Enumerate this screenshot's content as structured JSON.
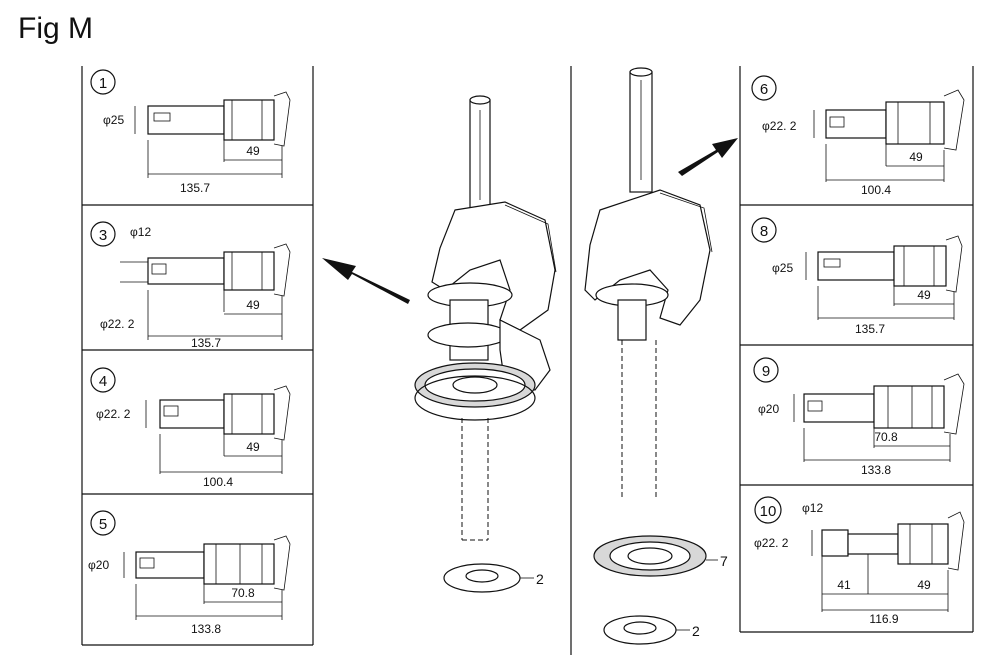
{
  "figure": {
    "title": "Fig M"
  },
  "panels": [
    {
      "num": "1",
      "dims": [
        "φ25"
      ],
      "length_a": "49",
      "total": "135.7"
    },
    {
      "num": "3",
      "dims": [
        "φ12",
        "φ22. 2"
      ],
      "length_a": "49",
      "total": "135.7"
    },
    {
      "num": "4",
      "dims": [
        "φ22. 2"
      ],
      "length_a": "49",
      "total": "100.4"
    },
    {
      "num": "5",
      "dims": [
        "φ20"
      ],
      "length_a": "70.8",
      "total": "133.8"
    },
    {
      "num": "6",
      "dims": [
        "φ22. 2"
      ],
      "length_a": "49",
      "total": "100.4"
    },
    {
      "num": "8",
      "dims": [
        "φ25"
      ],
      "length_a": "49",
      "total": "135.7"
    },
    {
      "num": "9",
      "dims": [
        "φ20"
      ],
      "length_a": "70.8",
      "total": "133.8"
    },
    {
      "num": "10",
      "dims": [
        "φ12",
        "φ22. 2"
      ],
      "length_a": "49",
      "length_b": "41",
      "total": "116.9"
    }
  ],
  "callouts": {
    "washer_left": "2",
    "washer_right": "2",
    "gear_right": "7"
  }
}
